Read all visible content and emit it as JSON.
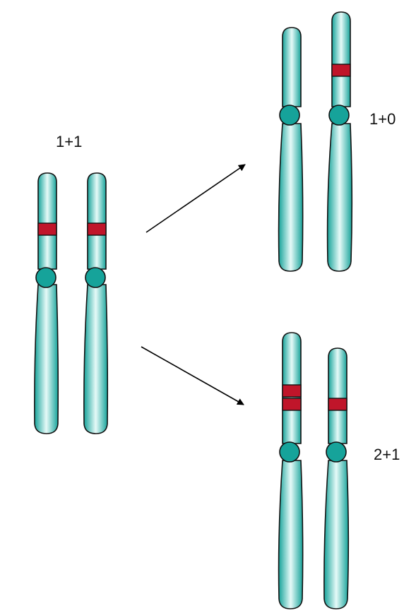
{
  "labels": {
    "origin": "1+1",
    "top_result": "1+0",
    "bottom_result": "2+1"
  },
  "colors": {
    "chromatid": "#16a39a",
    "chromatid_highlight": "#e6faf8",
    "band": "#c0152a",
    "outline": "#111111",
    "arrow": "#000000"
  },
  "groups": {
    "origin": {
      "chromosomes": [
        {
          "bands": 1
        },
        {
          "bands": 1
        }
      ]
    },
    "top_result": {
      "chromosomes": [
        {
          "bands": 0
        },
        {
          "bands": 1
        }
      ]
    },
    "bottom_result": {
      "chromosomes": [
        {
          "bands": 2
        },
        {
          "bands": 1
        }
      ]
    }
  }
}
